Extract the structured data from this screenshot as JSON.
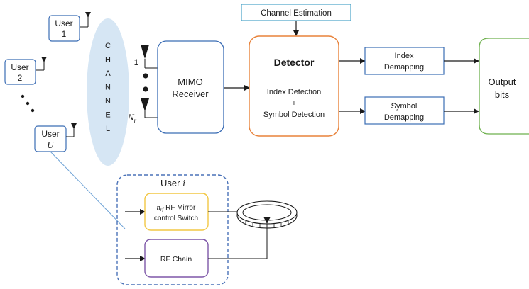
{
  "users": {
    "user1": {
      "label": "User",
      "num": "1"
    },
    "user2": {
      "label": "User",
      "num": "2"
    },
    "userU": {
      "label": "User",
      "num": "U"
    }
  },
  "channel": {
    "letters": [
      "C",
      "H",
      "A",
      "N",
      "N",
      "E",
      "L"
    ]
  },
  "antenna": {
    "first": "1",
    "last_base": "N",
    "last_sub": "r"
  },
  "mimo": {
    "line1": "MIMO",
    "line2": "Receiver"
  },
  "channel_estimation": {
    "label": "Channel Estimation"
  },
  "detector": {
    "title": "Detector",
    "line1": "Index Detection",
    "plus": "+",
    "line2": "Symbol Detection"
  },
  "index_demapping": {
    "line1": "Index",
    "line2": "Demapping"
  },
  "symbol_demapping": {
    "line1": "Symbol",
    "line2": "Demapping"
  },
  "output": {
    "line1": "Output",
    "line2": "bits"
  },
  "user_i": {
    "label": "User ",
    "var": "i"
  },
  "rf_mirror": {
    "var_base": "n",
    "var_sub": "rf",
    "line1": " RF Mirror",
    "line2": "control Switch"
  },
  "rf_chain": {
    "label": "RF Chain"
  },
  "colors": {
    "ellipse": "#d6e6f4",
    "blue_box": "#3b6db5",
    "orange_box": "#e8823a",
    "green_box": "#6db04d",
    "cyan_box": "#4aa3c8",
    "yellow_box": "#f2c744",
    "purple_box": "#7e57a8",
    "dashed": "#4a72b8",
    "link": "#6fa3d6"
  }
}
